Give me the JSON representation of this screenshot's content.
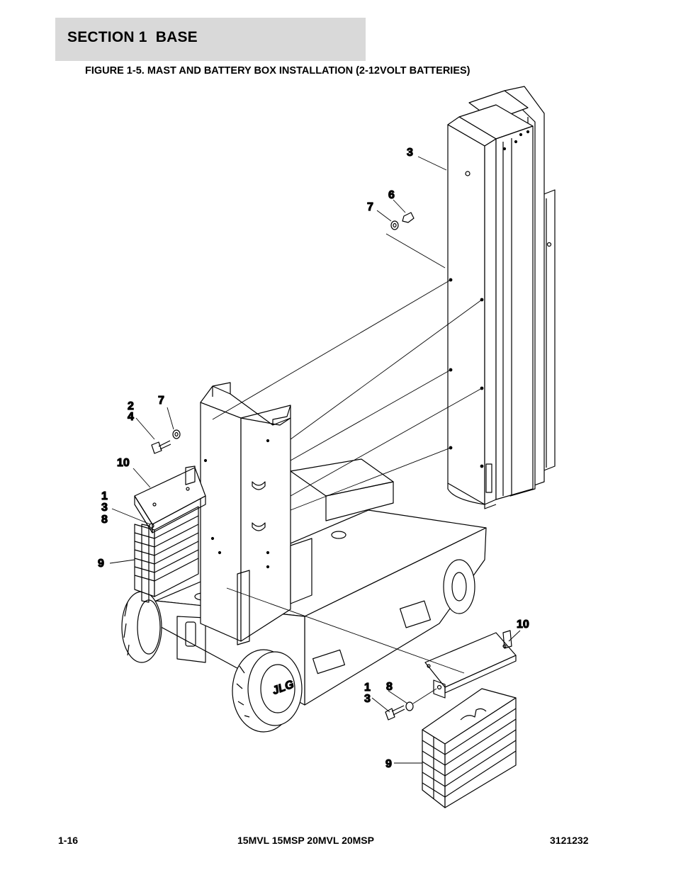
{
  "section": {
    "title": "SECTION 1  BASE"
  },
  "figure": {
    "title": "FIGURE 1-5. MAST AND BATTERY BOX INSTALLATION (2-12VOLT BATTERIES)"
  },
  "callouts": {
    "mast": "3",
    "washer_top": "7",
    "nut_top": "6",
    "bolt_left_a": "2",
    "bolt_left_b": "4",
    "washer_left": "7",
    "bracket_left": "10",
    "hw_left_1": "1",
    "hw_left_3": "3",
    "hw_left_8": "8",
    "battery_left": "9",
    "bracket_right": "10",
    "hw_right_1": "1",
    "hw_right_3": "3",
    "washer_right": "8",
    "battery_right": "9"
  },
  "wheel_logo": "JLG",
  "footer": {
    "page": "1-16",
    "models": "15MVL 15MSP 20MVL 20MSP",
    "doc_number": "3121232"
  }
}
